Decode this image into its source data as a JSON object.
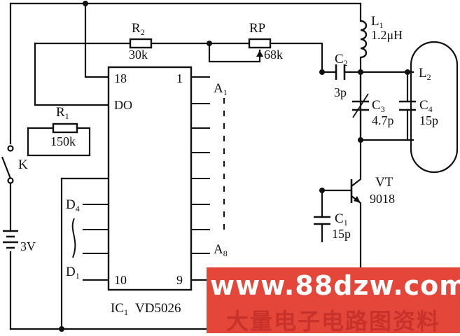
{
  "labels": {
    "L1": "L",
    "L1_sub": "1",
    "L1_value": "1.2μH",
    "R2": "R",
    "R2_sub": "2",
    "R2_value": "30k",
    "RP": "RP",
    "RP_value": "68k",
    "pin18": "18",
    "pin1": "1",
    "pin10": "10",
    "pin9": "9",
    "DO": "DO",
    "A1": "A",
    "A1_sub": "1",
    "A8": "A",
    "A8_sub": "8",
    "R1": "R",
    "R1_sub": "1",
    "R1_value": "150k",
    "K": "K",
    "battery": "3V",
    "D4": "D",
    "D4_sub": "4",
    "D1": "D",
    "D1_sub": "1",
    "ic": "IC",
    "ic_sub": "1",
    "ic_part": "VD5026",
    "C2": "C",
    "C2_sub": "2",
    "C2_value": "3p",
    "C3": "C",
    "C3_sub": "3",
    "C3_value": "4.7p",
    "C4": "C",
    "C4_sub": "4",
    "C4_value": "15p",
    "L2": "L",
    "L2_sub": "2",
    "VT": "VT",
    "VT_part": "9018",
    "C1": "C",
    "C1_sub": "1",
    "C1_value": "15p"
  },
  "watermark": {
    "site": "www.88dzw.com",
    "subtitle": "大量电子电路图资料"
  },
  "colors": {
    "ink": "#111111",
    "watermark_bg": "#e4463a",
    "watermark_text": "#ffffff"
  }
}
